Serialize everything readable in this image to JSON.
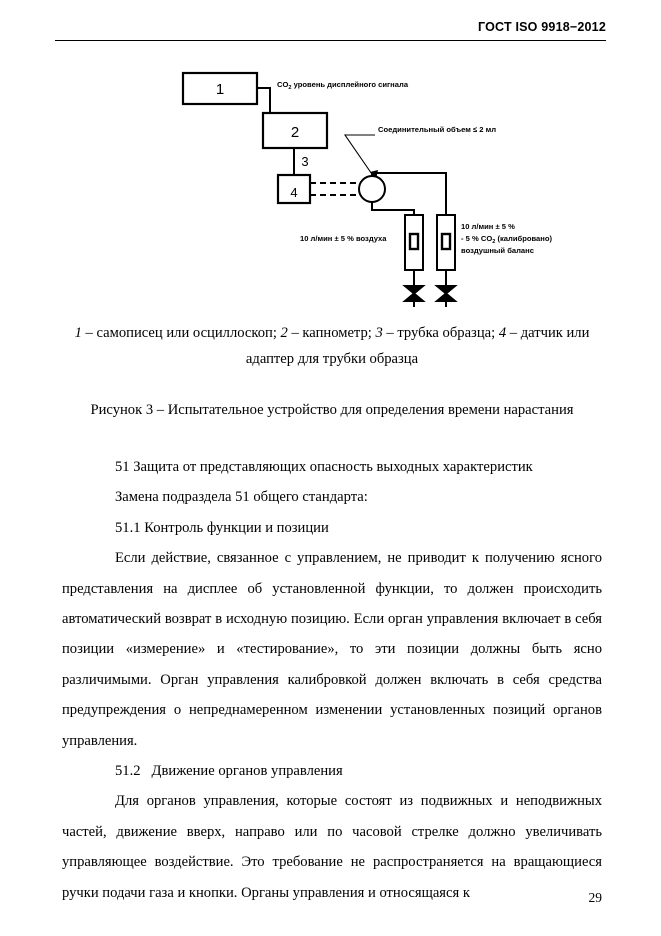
{
  "header": {
    "standard_title": "ГОСТ ISO 9918−2012"
  },
  "figure": {
    "boxes": [
      {
        "id": "1",
        "label": "1"
      },
      {
        "id": "2",
        "label": "2"
      },
      {
        "id": "3",
        "label": "3"
      },
      {
        "id": "4",
        "label": "4"
      }
    ],
    "annotations": {
      "co2_signal": "CO",
      "co2_signal_sub": "2",
      "co2_signal_rest": " уровень дисплейного сигнала",
      "connector_volume": "Соединительный объем ≤ 2 мл",
      "left_flow": "10 л/мин ± 5 % воздуха",
      "right_flow_line1": "10 л/мин ± 5 %",
      "right_flow_line2_a": "- 5 % CO",
      "right_flow_line2_sub": "2",
      "right_flow_line2_b": " (калибровано)",
      "right_flow_line3": "воздушный баланс"
    }
  },
  "legend": {
    "line1_a": "1",
    "line1_b": " – самописец или осциллоскоп; ",
    "line1_c": "2",
    "line1_d": " – капнометр; ",
    "line1_e": "3",
    "line1_f": " – трубка образца; ",
    "line1_g": "4",
    "line1_h": " – датчик или",
    "line2": "адаптер для трубки образца"
  },
  "figure_caption": "Рисунок 3 – Испытательное устройство для определения времени нарастания",
  "body": {
    "section_51_title": "51 Защита от представляющих опасность выходных характеристик",
    "section_51_replace": "Замена подраздела 51 общего стандарта:",
    "section_511_title": "51.1 Контроль функции и позиции",
    "paragraph_511": "Если действие, связанное с управлением, не приводит к получению ясного представления на дисплее об установленной функции, то должен происходить автоматический возврат в исходную позицию. Если орган управления включает в себя позиции «измерение» и «тестирование», то эти позиции должны быть ясно различимыми. Орган управления калибровкой должен включать в себя средства предупреждения о непреднамеренном изменении установленных позиций органов управления.",
    "section_512_number": "51.2",
    "section_512_title": "Движение органов управления",
    "paragraph_512": "Для органов управления, которые состоят из подвижных и неподвижных частей, движение вверх, направо или по часовой стрелке должно увеличивать управляющее воздействие. Это требование не распространяется на вращающиеся ручки подачи газа и кнопки. Органы управления и относящаяся к"
  },
  "page_number": "29"
}
